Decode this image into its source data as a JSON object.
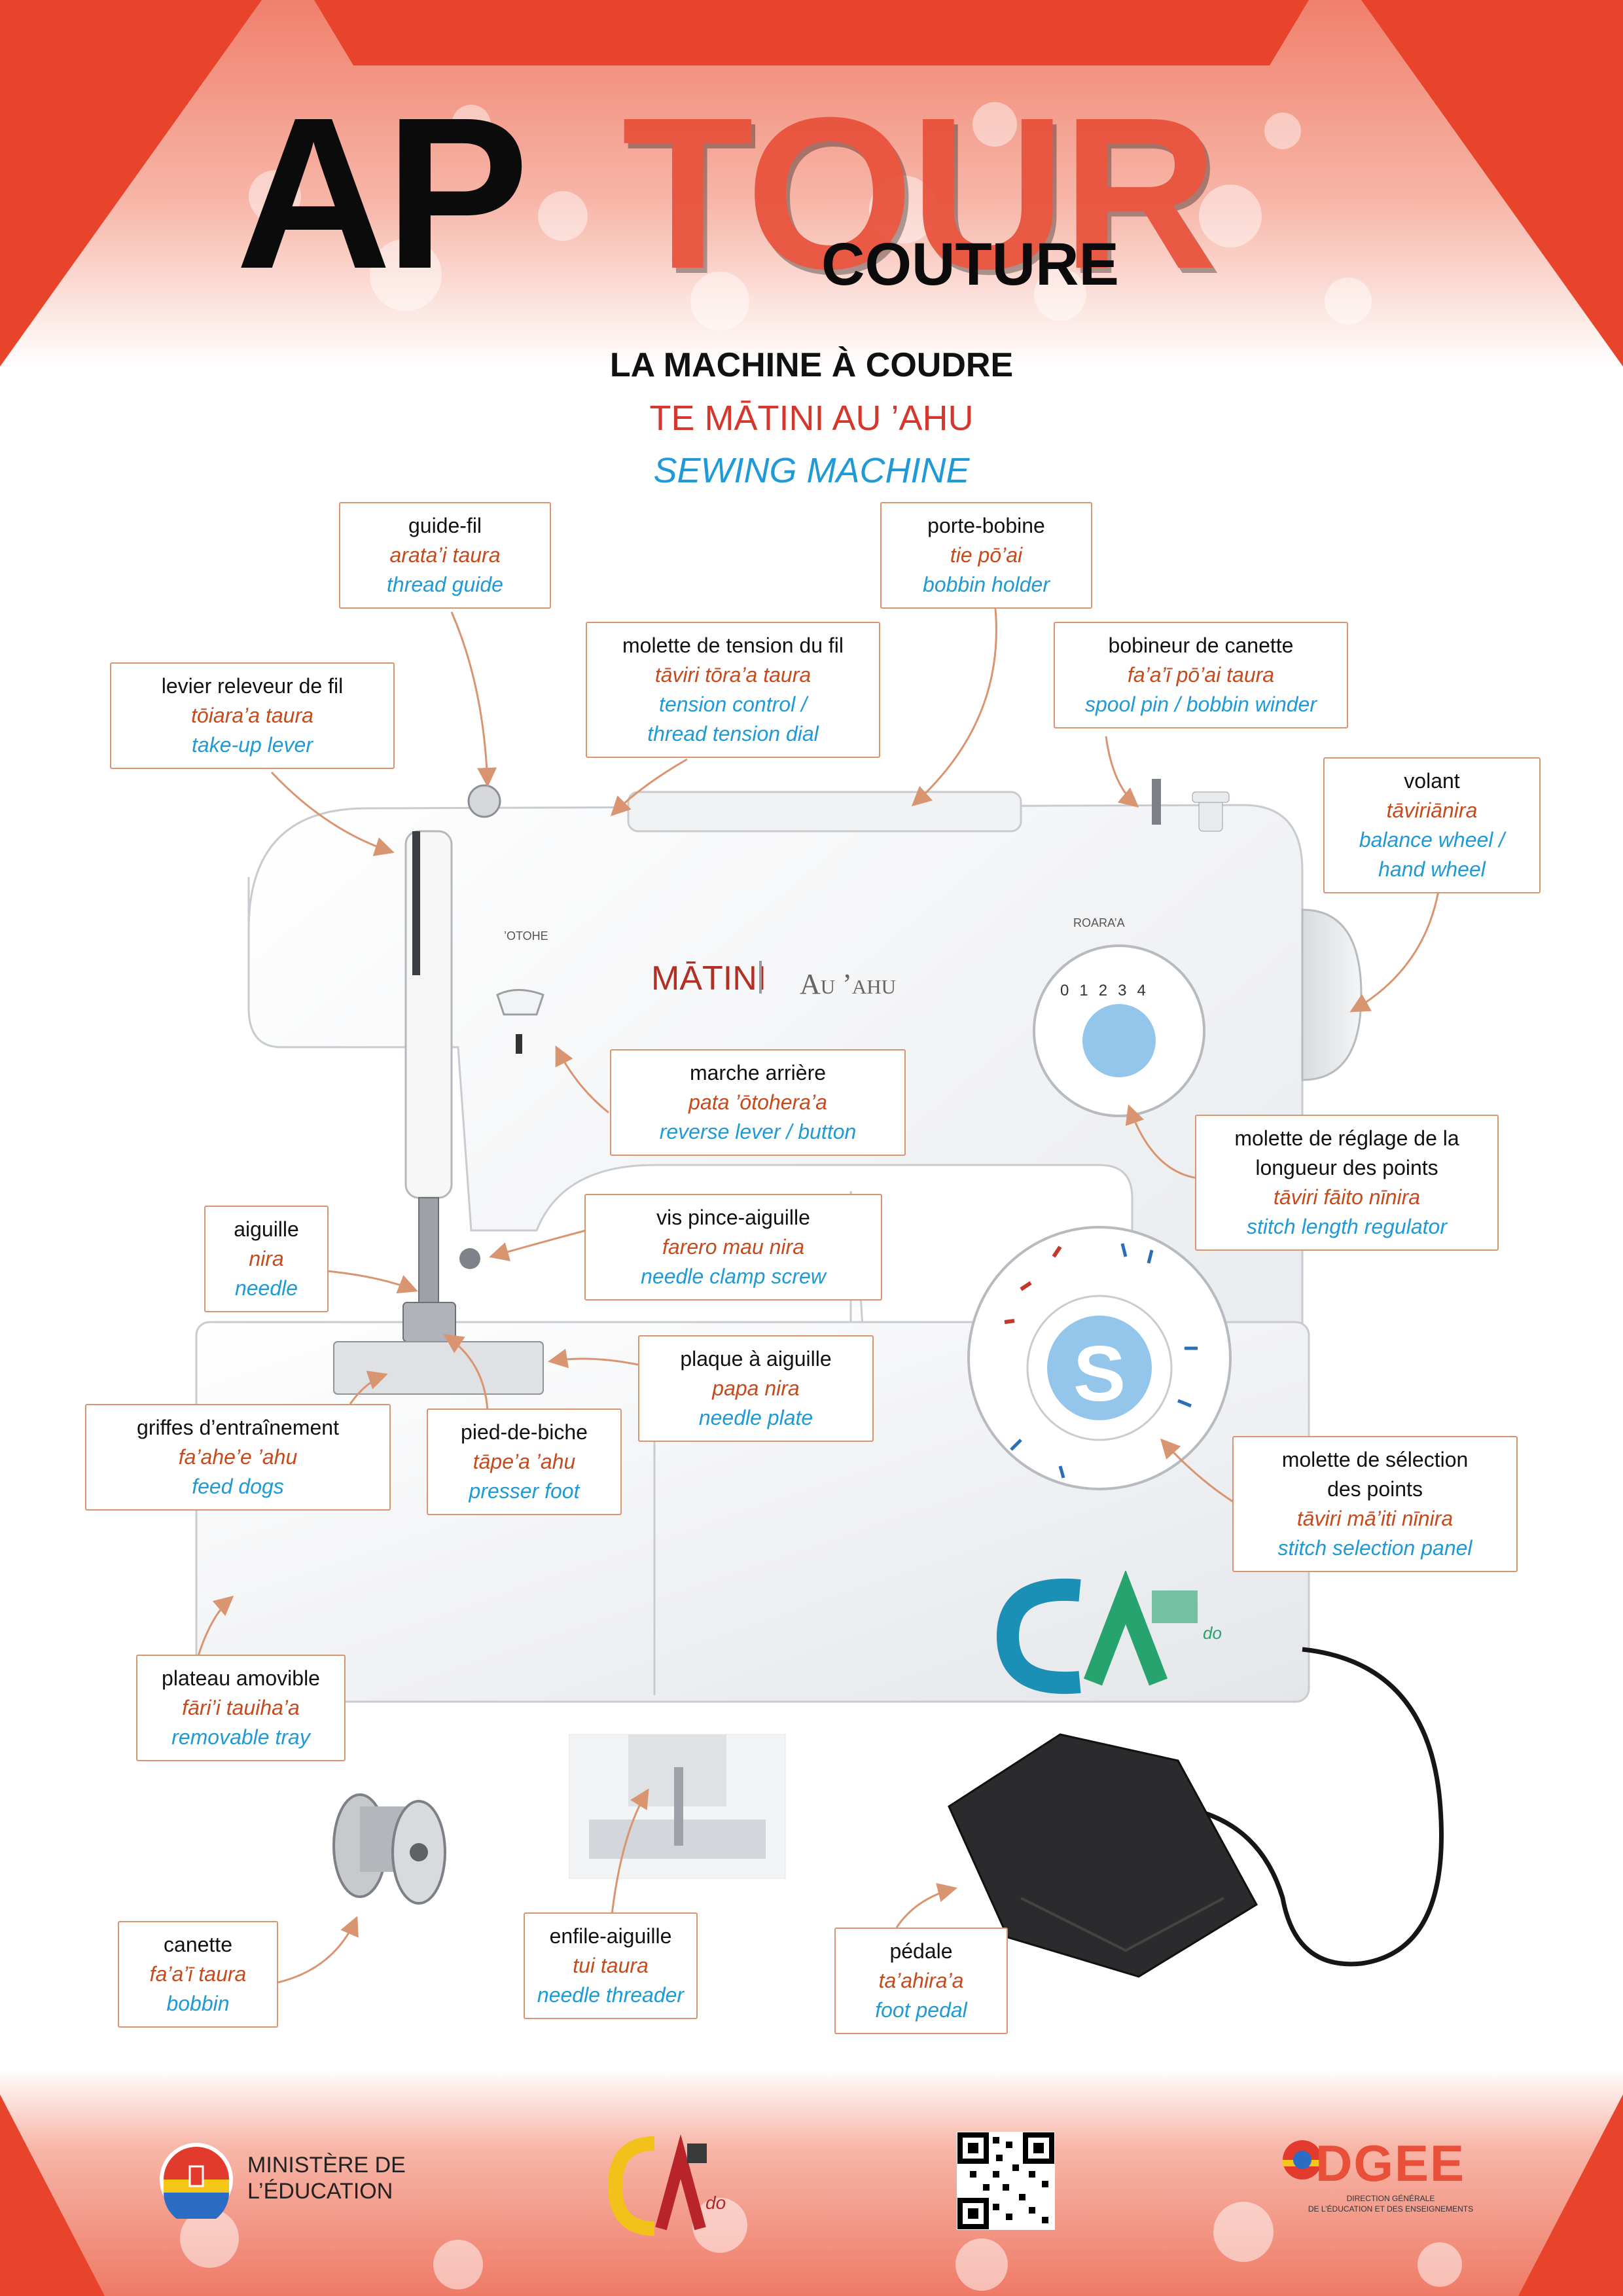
{
  "header": {
    "brand_ap": "AP",
    "brand_tour": "TOUR",
    "brand_couture": "COUTURE",
    "title_fr": "LA MACHINE À COUDRE",
    "title_ty": "TE MĀTINI AU ’AHU",
    "title_en": "SEWING MACHINE"
  },
  "machine": {
    "brand_main": "MĀTINI",
    "brand_sub": "Au ’ahu",
    "otohe": "’OTOHE",
    "roaraa": "ROARA’A",
    "dial_numbers": [
      "0",
      "1",
      "2",
      "3",
      "4"
    ],
    "dial_letter": "S",
    "logo_text": "do"
  },
  "labels": {
    "guide_fil": {
      "fr": "guide-fil",
      "ty": "arata’i taura",
      "en": "thread guide"
    },
    "porte_bobine": {
      "fr": "porte-bobine",
      "ty": "tie pō’ai",
      "en": "bobbin holder"
    },
    "molette_tension": {
      "fr": "molette de tension du fil",
      "ty": "tāviri tōra’a taura",
      "en1": "tension control /",
      "en2": "thread tension dial"
    },
    "bobineur": {
      "fr": "bobineur de canette",
      "ty": "fa’a’ī pō’ai taura",
      "en": "spool pin / bobbin winder"
    },
    "levier": {
      "fr": "levier releveur de fil",
      "ty": "tōiara’a taura",
      "en": "take-up lever"
    },
    "volant": {
      "fr": "volant",
      "ty": "tāviriānira",
      "en1": "balance wheel /",
      "en2": "hand wheel"
    },
    "marche_arriere": {
      "fr": "marche arrière",
      "ty": "pata ’ōtohera’a",
      "en": "reverse lever / button"
    },
    "molette_longueur": {
      "fr1": "molette de réglage de la",
      "fr2": "longueur des points",
      "ty": "tāviri fāito nīnira",
      "en": "stitch length regulator"
    },
    "aiguille": {
      "fr": "aiguille",
      "ty": "nira",
      "en": "needle"
    },
    "vis_pince": {
      "fr": "vis pince-aiguille",
      "ty": "farero mau nira",
      "en": "needle clamp screw"
    },
    "plaque": {
      "fr": "plaque à aiguille",
      "ty": "papa nira",
      "en": "needle plate"
    },
    "griffes": {
      "fr": "griffes d’entraînement",
      "ty": "fa’ahe’e ’ahu",
      "en": "feed dogs"
    },
    "pied": {
      "fr": "pied-de-biche",
      "ty": "tāpe’a ’ahu",
      "en": "presser foot"
    },
    "molette_selection": {
      "fr1": "molette de sélection",
      "fr2": "des points",
      "ty": "tāviri mā’iti nīnira",
      "en": "stitch selection panel"
    },
    "plateau": {
      "fr": "plateau amovible",
      "ty": "fāri’i tauiha’a",
      "en": "removable tray"
    },
    "canette": {
      "fr": "canette",
      "ty": "fa’a’ī taura",
      "en": "bobbin"
    },
    "enfile": {
      "fr": "enfile-aiguille",
      "ty": "tui taura",
      "en": "needle threader"
    },
    "pedale": {
      "fr": "pédale",
      "ty": "ta’ahira’a",
      "en": "foot pedal"
    }
  },
  "footer": {
    "ministere_1": "MINISTÈRE DE",
    "ministere_2": "L’ÉDUCATION",
    "cat_logo_text": "do",
    "dgee": "DGEE",
    "dgee_sub1": "DIRECTION GÉNÉRALE",
    "dgee_sub2": "DE L’ÉDUCATION ET DES ENSEIGNEMENTS"
  },
  "colors": {
    "accent_red": "#e8503a",
    "tahitian_red": "#d4382c",
    "english_blue": "#1f9ad6",
    "tahitian_brown": "#c64a1c",
    "label_border": "#d99470"
  }
}
